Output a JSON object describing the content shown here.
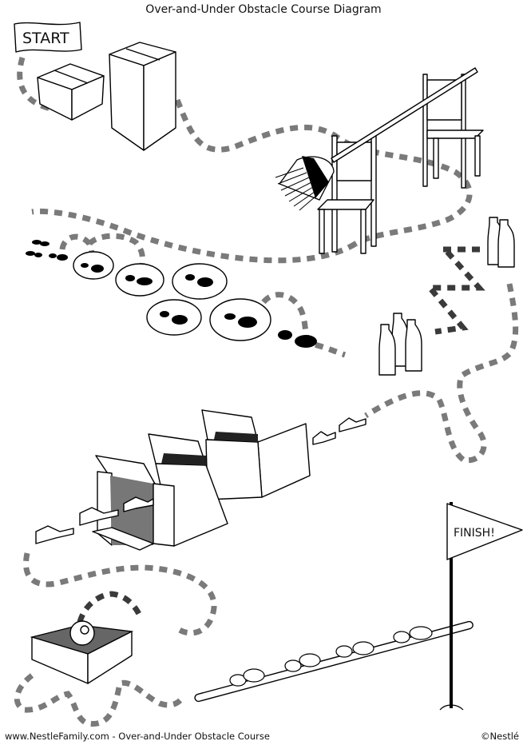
{
  "title": "Over-and-Under Obstacle Course Diagram",
  "labels": {
    "start": "START",
    "finish": "FINISH!"
  },
  "footer": {
    "left": "www.NestleFamily.com - Over-and-Under Obstacle Course",
    "right": "©Nestlé"
  },
  "obstacles": [
    {
      "name": "boxes"
    },
    {
      "name": "broom-over-chairs"
    },
    {
      "name": "footprint-hoops"
    },
    {
      "name": "bottle-zigzag"
    },
    {
      "name": "box-tunnel"
    },
    {
      "name": "ball-on-box"
    },
    {
      "name": "balance-pole-with-footprints"
    }
  ],
  "colors": {
    "path": "#7a7a7a",
    "path_dark": "#3a3a3a",
    "ink": "#000000"
  }
}
